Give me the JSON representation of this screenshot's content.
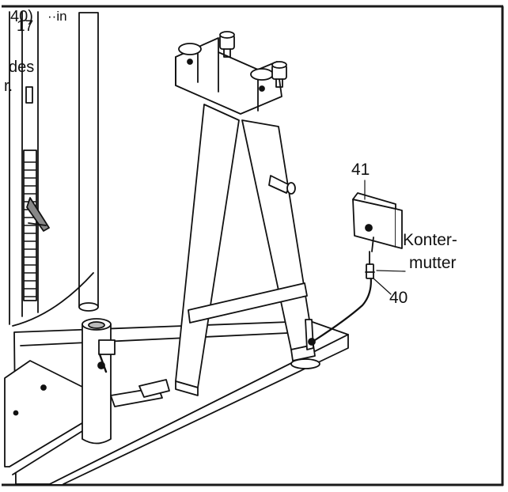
{
  "callouts": {
    "part_41": "41",
    "konter_line1": "Konter-",
    "konter_line2": "mutter",
    "part_40": "40"
  },
  "cut_text": {
    "frag_1": "40)",
    "frag_2": "··in",
    "frag_3": "17",
    "frag_4": "des",
    "frag_5": "r."
  },
  "colors": {
    "ink": "#111111",
    "paper": "#ffffff",
    "frame": "#1a1a1a"
  }
}
